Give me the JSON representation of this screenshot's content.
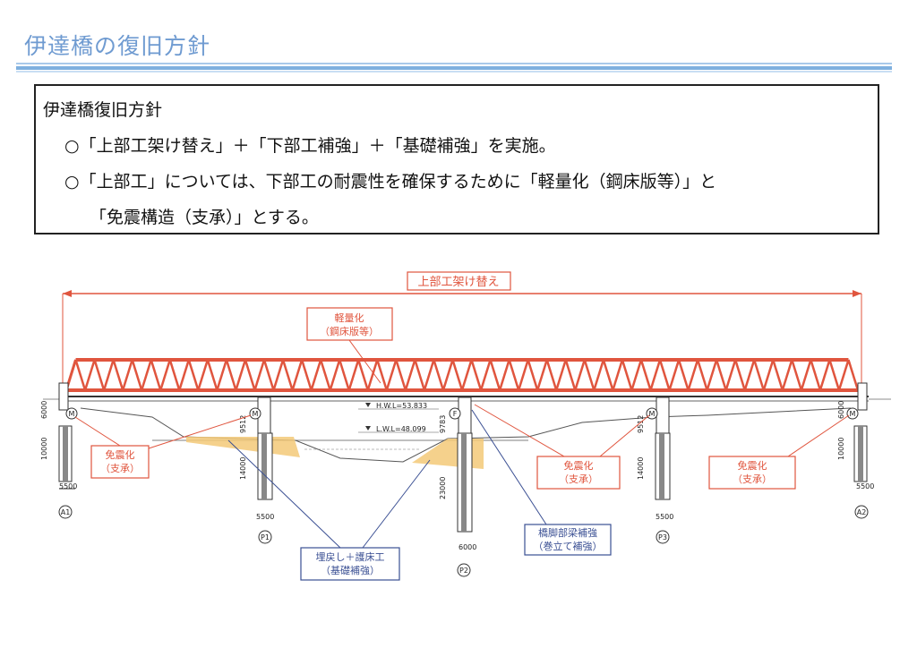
{
  "page": {
    "title": "伊達橋の復旧方針"
  },
  "policy": {
    "heading": "伊達橋復旧方針",
    "line1": "○「上部工架け替え」＋「下部工補強」＋「基礎補強」を実施。",
    "line2": "○「上部工」については、下部工の耐震性を確保するために「軽量化（鋼床版等）」と",
    "line3": "「免震構造（支承）」とする。"
  },
  "diagram": {
    "superstructure_label": "上部工架け替え",
    "lightweight_label_1": "軽量化",
    "lightweight_label_2": "（鋼床版等）",
    "isolation_label_1": "免震化",
    "isolation_label_2": "（支承）",
    "backfill_label_1": "埋戻し＋護床工",
    "backfill_label_2": "（基礎補強）",
    "pier_label_1": "橋脚部梁補強",
    "pier_label_2": "（巻立て補強）",
    "hwl": "H.W.L=53.833",
    "lwl": "L.W.L=48.099",
    "supports": [
      "A1",
      "P1",
      "P2",
      "P3",
      "A2"
    ],
    "dims": {
      "a1_height": "6000",
      "a1_footing": "10000",
      "a1_width": "5500",
      "p1_upper": "9512",
      "p1_lower": "14000",
      "p1_width": "5500",
      "p2_upper": "9783",
      "p2_lower": "23000",
      "p2_width": "6000",
      "p3_upper": "9512",
      "p3_lower": "14000",
      "p3_width": "5500",
      "a2_height": "6000",
      "a2_footing": "10000",
      "a2_width": "5500"
    },
    "bearing_marks": [
      "M",
      "M",
      "F",
      "M",
      "M"
    ]
  },
  "colors": {
    "title": "#6f9bd1",
    "truss": "#e0553e",
    "label_red": "#e0553e",
    "label_blue": "#3a4f93",
    "fill_sand": "#f3c978"
  }
}
